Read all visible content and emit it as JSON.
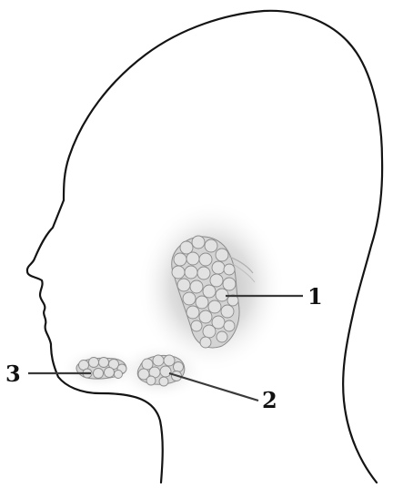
{
  "labels": {
    "parotid": "1",
    "submandibular": "2",
    "sublingual": "3"
  },
  "colors": {
    "outline": "#141414",
    "gland_fill": "#e2e2e2",
    "gland_stroke": "#8c8c8c",
    "shadow": "#6e6e6e",
    "label_text": "#111111"
  }
}
